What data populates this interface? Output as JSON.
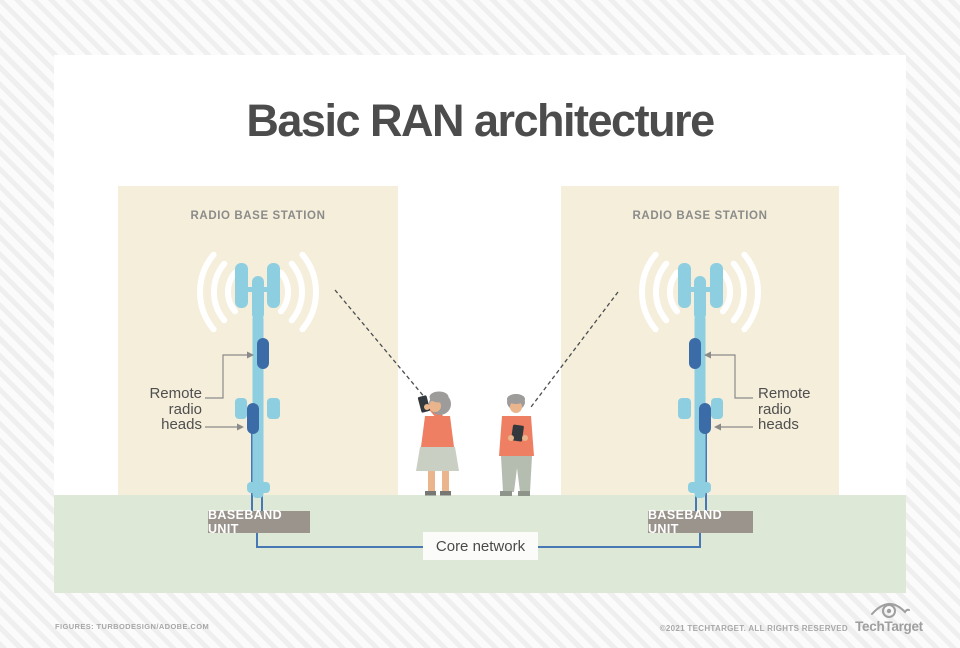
{
  "title": "Basic RAN architecture",
  "stations": {
    "left": {
      "name": "RADIO BASE STATION",
      "baseband": "BASEBAND UNIT"
    },
    "right": {
      "name": "RADIO BASE STATION",
      "baseband": "BASEBAND UNIT"
    }
  },
  "labels": {
    "remote_heads_left": "Remote\nradio\nheads",
    "remote_heads_right": "Remote\nradio\nheads",
    "core_network": "Core network"
  },
  "footer": {
    "credit": "FIGURES: TURBODESIGN/ADOBE.COM",
    "copyright": "©2021 TECHTARGET. ALL RIGHTS RESERVED",
    "brand": "TechTarget"
  },
  "icons": {
    "tower": "cell-tower-icon",
    "waves": "signal-waves-icon",
    "brand_logo": "target-eye-icon"
  },
  "colors": {
    "card_bg": "#ffffff",
    "panel_beige": "#f4eedb",
    "ground_green": "#dde8d6",
    "tower_light_blue": "#8dcfe0",
    "radio_head_dark_blue": "#3c6ca7",
    "connector_blue": "#4878b3",
    "baseband_bg": "#9a948c",
    "title_text": "#4c4c4c",
    "muted_text": "#8b8b89",
    "footer_text": "#a8a8a8",
    "person_shirt_coral": "#ee7f63"
  }
}
